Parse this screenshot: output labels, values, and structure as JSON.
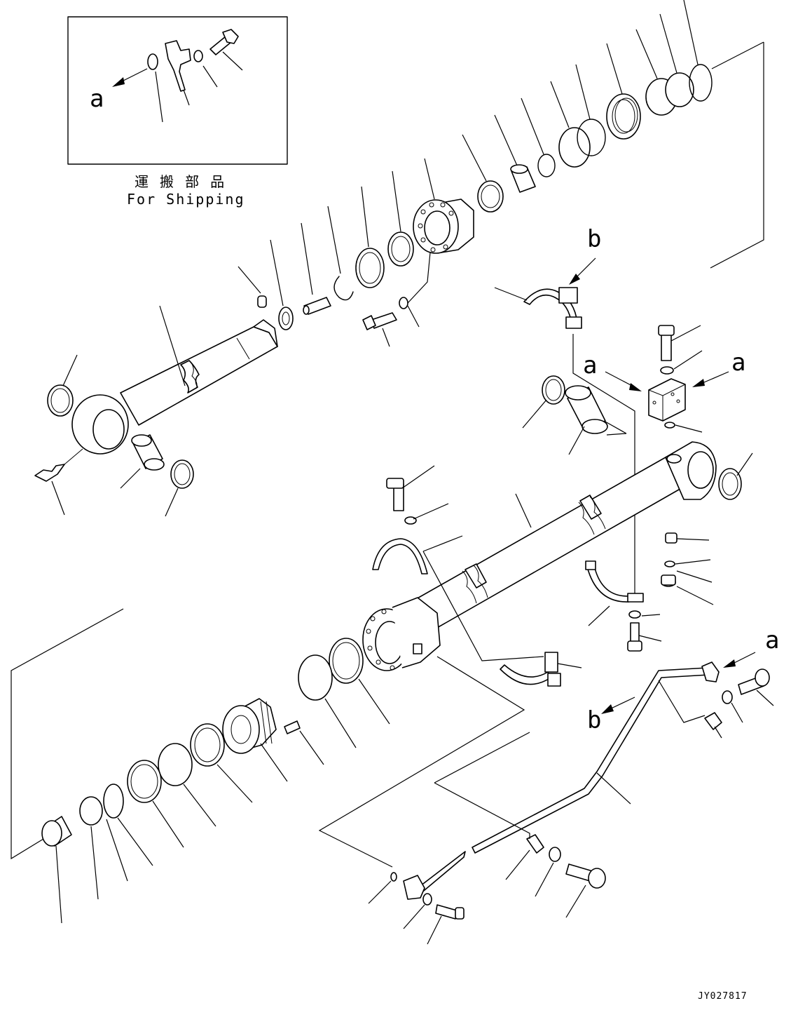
{
  "inset": {
    "caption_jp": "運 搬 部 品",
    "caption_en": "For Shipping",
    "marker": "a"
  },
  "markers": {
    "a": "a",
    "b": "b"
  },
  "drawing_code": "JY027817"
}
